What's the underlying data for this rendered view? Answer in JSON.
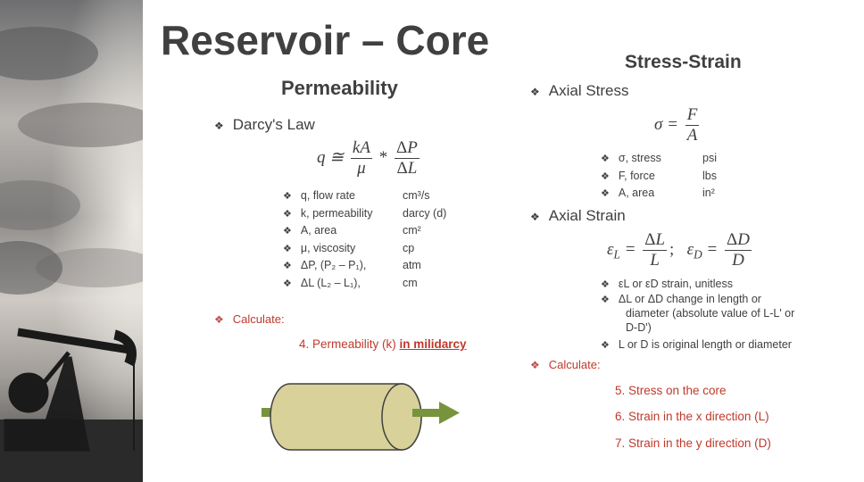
{
  "title": "Reservoir – Core",
  "left": {
    "heading": "Permeability",
    "darcy_law": "Darcy's Law",
    "variables": [
      {
        "name": "q, flow rate",
        "unit": "cm³/s"
      },
      {
        "name": "k, permeability",
        "unit": "darcy (d)"
      },
      {
        "name": "A, area",
        "unit": "cm²"
      },
      {
        "name": "μ, viscosity",
        "unit": "cp"
      },
      {
        "name": "ΔP, (P₂ – P₁),",
        "unit": "atm"
      },
      {
        "name": "ΔL (L₂ – L₁),",
        "unit": "cm"
      }
    ],
    "calculate": "Calculate:",
    "problem4_prefix": "4.  Permeability (k) ",
    "problem4_emph": "in milidarcy"
  },
  "right": {
    "heading": "Stress-Strain",
    "axial_stress": "Axial Stress",
    "stress_vars": [
      {
        "name": "σ, stress",
        "unit": "psi"
      },
      {
        "name": "F, force",
        "unit": "lbs"
      },
      {
        "name": "A, area",
        "unit": "in²"
      }
    ],
    "axial_strain": "Axial Strain",
    "strain_notes": [
      "εL or εD strain, unitless",
      "ΔL or ΔD change in length or",
      "diameter (absolute value of L-L' or",
      "D-D')",
      "L or D is original length or diameter"
    ],
    "calculate": "Calculate:",
    "problems": [
      "5.  Stress on the core",
      "6.  Strain in the x direction (L)",
      "7.  Strain in the y direction (D)"
    ]
  },
  "colors": {
    "text": "#404040",
    "red": "#c0392b",
    "cylinder": "#d9d19a",
    "arrow": "#77933c"
  }
}
